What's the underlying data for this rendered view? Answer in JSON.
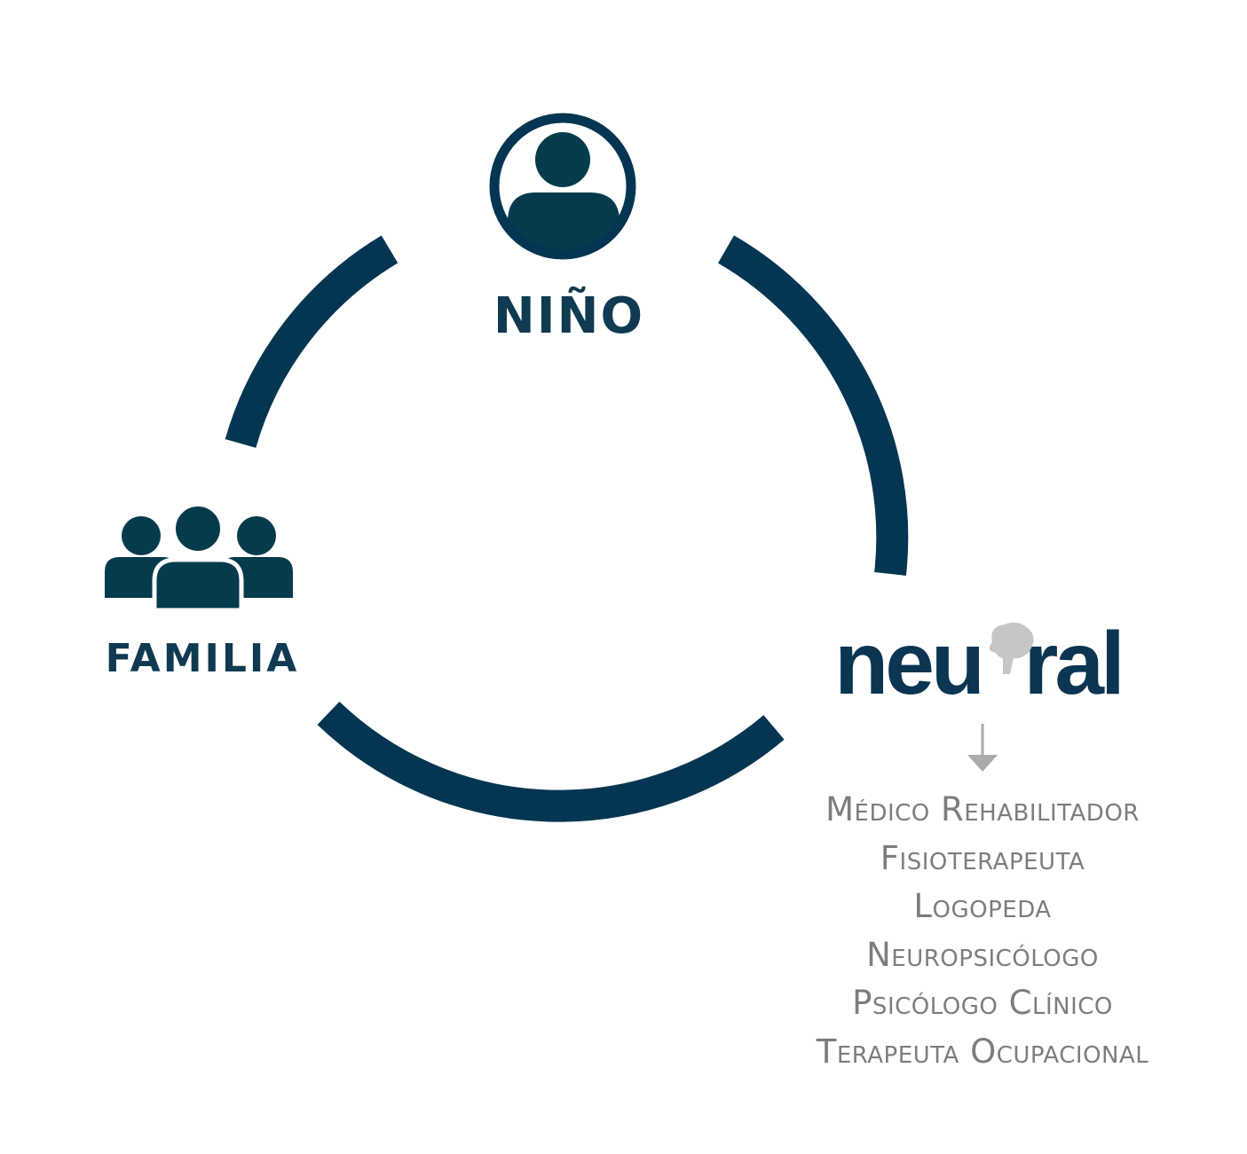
{
  "nodes": {
    "child": {
      "label": "NIÑO",
      "icon": "person-circle-icon"
    },
    "family": {
      "label": "FAMILIA",
      "icon": "group-icon"
    },
    "provider": {
      "logo_text": "neu  ral",
      "icon": "brain-icon"
    }
  },
  "roles": [
    "Médico Rehabilitador",
    "Fisioterapeuta",
    "Logopeda",
    "Neuropsicólogo",
    "Psicólogo Clínico",
    "Terapeuta Ocupacional"
  ],
  "colors": {
    "ring": "#043653",
    "icon_fill": "#053b4c",
    "label": "#0f3a52",
    "logo": "#0a3553",
    "brain": "#c6c6c6",
    "roles_text": "#7d7d7d",
    "arrow": "#ababab"
  }
}
